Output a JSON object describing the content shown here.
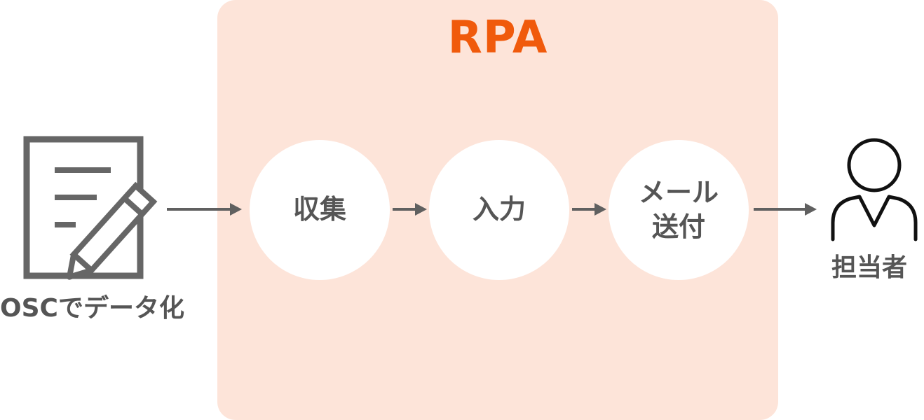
{
  "rpa": {
    "title": "RPA",
    "title_color": "#f05a0c",
    "box_color": "#fde4d9"
  },
  "source": {
    "label": "OSCでデータ化",
    "icon": "document-pencil-icon"
  },
  "steps": [
    {
      "lines": [
        "収集"
      ]
    },
    {
      "lines": [
        "入力"
      ]
    },
    {
      "lines": [
        "メール",
        "送付"
      ]
    }
  ],
  "person": {
    "label": "担当者",
    "icon": "person-icon"
  },
  "colors": {
    "icon": "#666666",
    "arrow": "#606060",
    "text": "#555555"
  }
}
